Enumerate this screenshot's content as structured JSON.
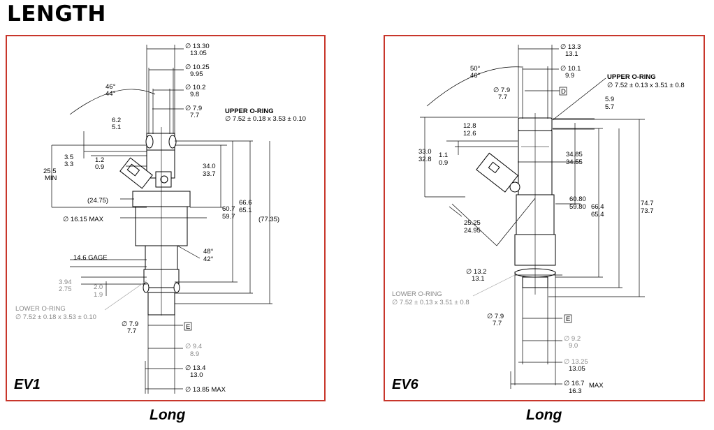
{
  "title": "LENGTH",
  "panels": [
    {
      "model": "EV1",
      "caption": "Long",
      "labels": {
        "d1": "∅ 13.30",
        "d1b": "13.05",
        "d2": "∅ 10.25",
        "d2b": "9.95",
        "d3": "∅ 10.2",
        "d3b": "9.8",
        "d4": "∅ 7.9",
        "d4b": "7.7",
        "upper": "UPPER O-RING",
        "upperSpec": "∅ 7.52 ± 0.18 x 3.53 ± 0.10",
        "ang1": "46°",
        "ang1b": "44°",
        "l62": "6.2",
        "l62b": "5.1",
        "l35": "3.5",
        "l35b": "3.3",
        "l12": "1.2",
        "l12b": "0.9",
        "l255": "25.5",
        "l255b": "MIN",
        "l340": "34.0",
        "l340b": "33.7",
        "l2475": "(24.75)",
        "l607": "60.7",
        "l607b": "59.7",
        "l666": "66.6",
        "l666b": "65.1",
        "l7735": "(77.35)",
        "d1615": "∅ 16.15 MAX",
        "ang2": "48°",
        "ang2b": "42°",
        "gage": "14.6 GAGE",
        "l394": "3.94",
        "l394b": "2.75",
        "l20": "2.0",
        "l20b": "1.9",
        "lower": "LOWER O-RING",
        "lowerSpec": "∅ 7.52 ± 0.18 x 3.53 ± 0.10",
        "d79": "∅ 7.9",
        "d79b": "7.7",
        "e": "E",
        "d94": "∅ 9.4",
        "d94b": "8.9",
        "d134": "∅ 13.4",
        "d134b": "13.0",
        "d1385": "∅ 13.85 MAX"
      }
    },
    {
      "model": "EV6",
      "caption": "Long",
      "labels": {
        "d1": "∅ 13.3",
        "d1b": "13.1",
        "d2": "∅ 10.1",
        "d2b": "9.9",
        "ang1": "50°",
        "ang1b": "46°",
        "d3": "∅ 7.9",
        "d3b": "7.7",
        "dd": "D",
        "upper": "UPPER O-RING",
        "upperSpec": "∅ 7.52 ± 0.13 x 3.51 ± 0.8",
        "l59": "5.9",
        "l59b": "5.7",
        "l128": "12.8",
        "l128b": "12.6",
        "l330": "33.0",
        "l330b": "32.8",
        "l11": "1.1",
        "l11b": "0.9",
        "l3485": "34.85",
        "l3485b": "34.55",
        "l2525": "25.25",
        "l2525b": "24.95",
        "l608": "60.80",
        "l608b": "59.80",
        "l664": "66.4",
        "l664b": "65.4",
        "l747": "74.7",
        "l747b": "73.7",
        "d132": "∅ 13.2",
        "d132b": "13.1",
        "lower": "LOWER O-RING",
        "lowerSpec": "∅ 7.52 ± 0.13 x 3.51 ± 0.8",
        "d79": "∅ 7.9",
        "d79b": "7.7",
        "e": "E",
        "d92": "∅ 9.2",
        "d92b": "9.0",
        "d1325": "∅ 13.25",
        "d1325b": "13.05",
        "d167": "∅ 16.7",
        "d167max": "MAX",
        "d167b": "16.3"
      }
    }
  ]
}
